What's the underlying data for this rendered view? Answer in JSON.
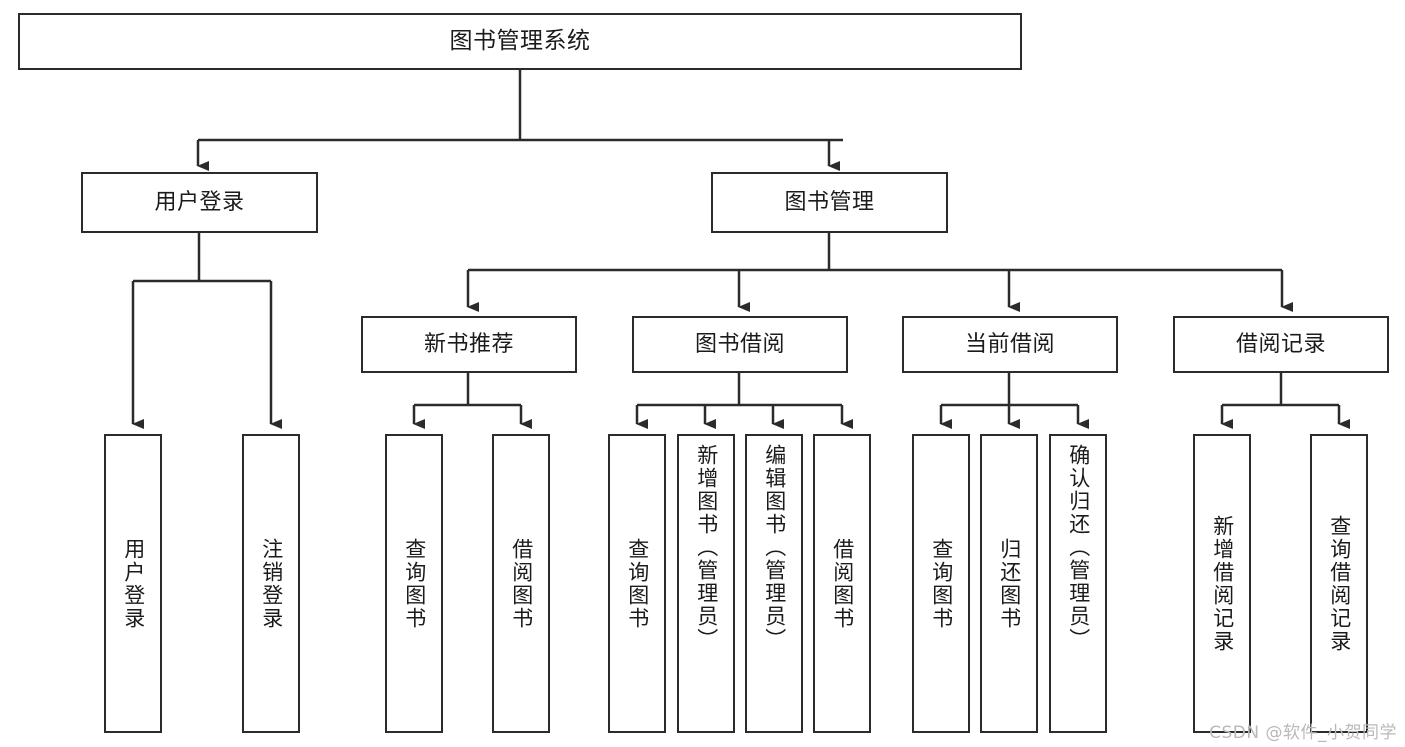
{
  "diagram": {
    "title": "图书管理系统",
    "watermark": "CSDN @软件_小贺同学",
    "colors": {
      "background": "#ffffff",
      "box_border": "#2b2b2b",
      "box_fill": "#ffffff",
      "text": "#1b1b1b",
      "edge": "#2b2b2b",
      "watermark": "#b9b9b9"
    },
    "nodes": {
      "root": {
        "label": "图书管理系统"
      },
      "level1": [
        {
          "id": "user-login",
          "label": "用户登录"
        },
        {
          "id": "book-manage",
          "label": "图书管理"
        }
      ],
      "level2": [
        {
          "id": "new-book-rec",
          "label": "新书推荐"
        },
        {
          "id": "book-borrow",
          "label": "图书借阅"
        },
        {
          "id": "current-borrow",
          "label": "当前借阅"
        },
        {
          "id": "borrow-record",
          "label": "借阅记录"
        }
      ],
      "leaves": [
        {
          "id": "leaf-user-login",
          "label": "用户登录"
        },
        {
          "id": "leaf-user-logout",
          "label": "注销登录"
        },
        {
          "id": "leaf-query-book-1",
          "label": "查询图书"
        },
        {
          "id": "leaf-borrow-book-1",
          "label": "借阅图书"
        },
        {
          "id": "leaf-query-book-2",
          "label": "查询图书"
        },
        {
          "id": "leaf-add-book",
          "label": "新增图书（管理员）"
        },
        {
          "id": "leaf-edit-book",
          "label": "编辑图书（管理员）"
        },
        {
          "id": "leaf-borrow-book-2",
          "label": "借阅图书"
        },
        {
          "id": "leaf-query-book-3",
          "label": "查询图书"
        },
        {
          "id": "leaf-return-book",
          "label": "归还图书"
        },
        {
          "id": "leaf-confirm-return",
          "label": "确认归还（管理员）"
        },
        {
          "id": "leaf-add-record",
          "label": "新增借阅记录"
        },
        {
          "id": "leaf-query-record",
          "label": "查询借阅记录"
        }
      ]
    }
  }
}
